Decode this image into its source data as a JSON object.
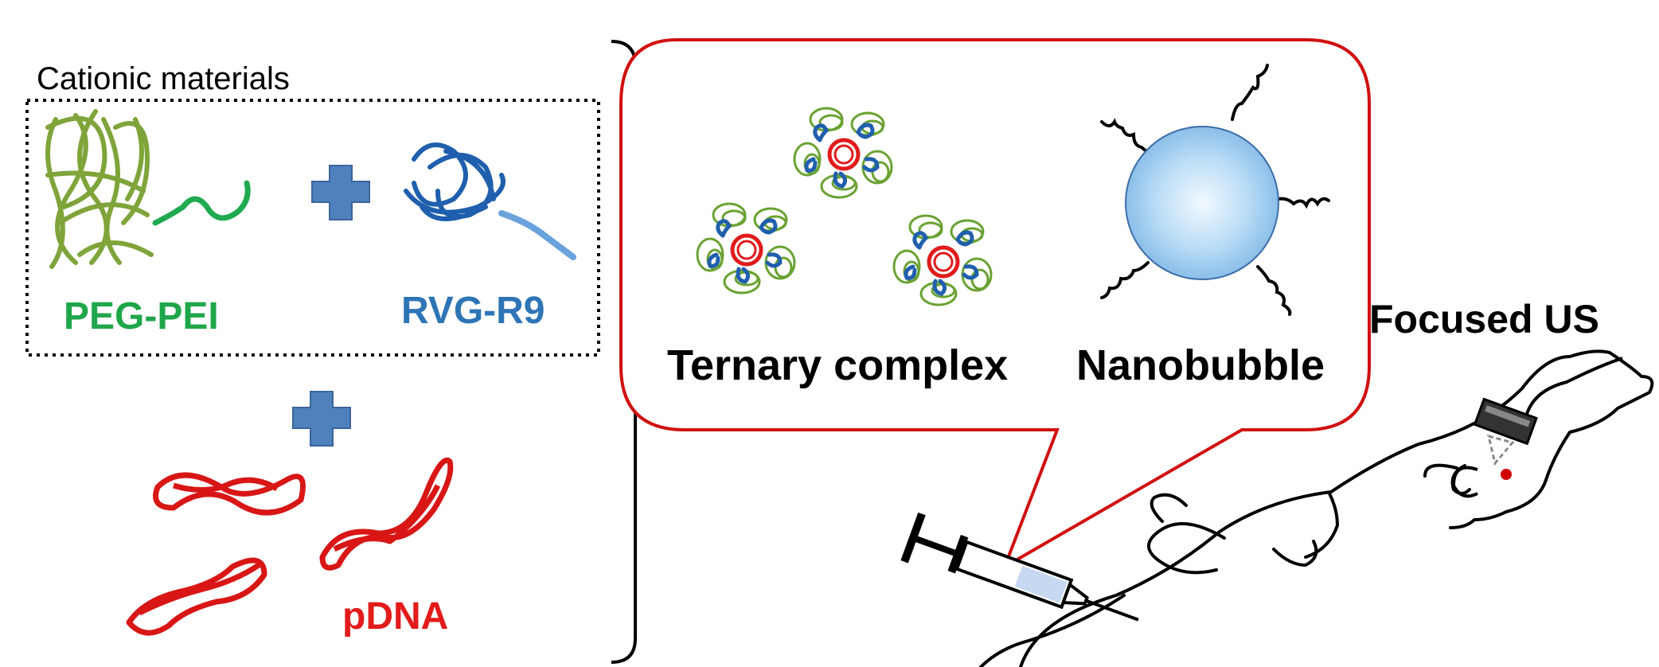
{
  "labels": {
    "cationic": "Cationic materials",
    "peg_pei": "PEG-PEI",
    "rvg_r9": "RVG-R9",
    "pdna": "pDNA",
    "ternary": "Ternary complex",
    "nanobubble": "Nanobubble",
    "focused_us": "Focused US"
  },
  "colors": {
    "green": "#1fa64a",
    "blue": "#2e75b6",
    "red": "#e31b1b",
    "plus": "#4f81bd",
    "callout": "#d01010",
    "bubble": "#a7d0f2",
    "olive": "#8db34a"
  },
  "icons": {
    "plus": "plus-icon",
    "syringe": "syringe-icon",
    "mouse": "mouse-icon",
    "transducer": "transducer-icon"
  }
}
